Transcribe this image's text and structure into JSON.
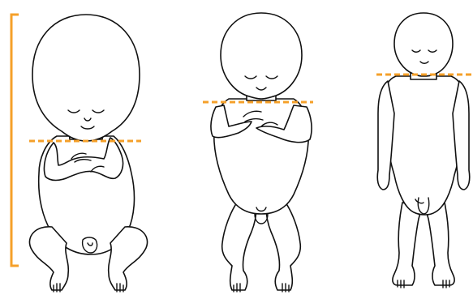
{
  "figures": [
    {
      "id": "early-fetus",
      "figure_label": ""
    },
    {
      "id": "mid-fetus",
      "figure_label": ""
    },
    {
      "id": "newborn",
      "figure_label": ""
    }
  ],
  "colors": {
    "accent": "#F5A02A",
    "outline": "#111111",
    "fill": "#ffffff",
    "background": "#ffffff"
  }
}
